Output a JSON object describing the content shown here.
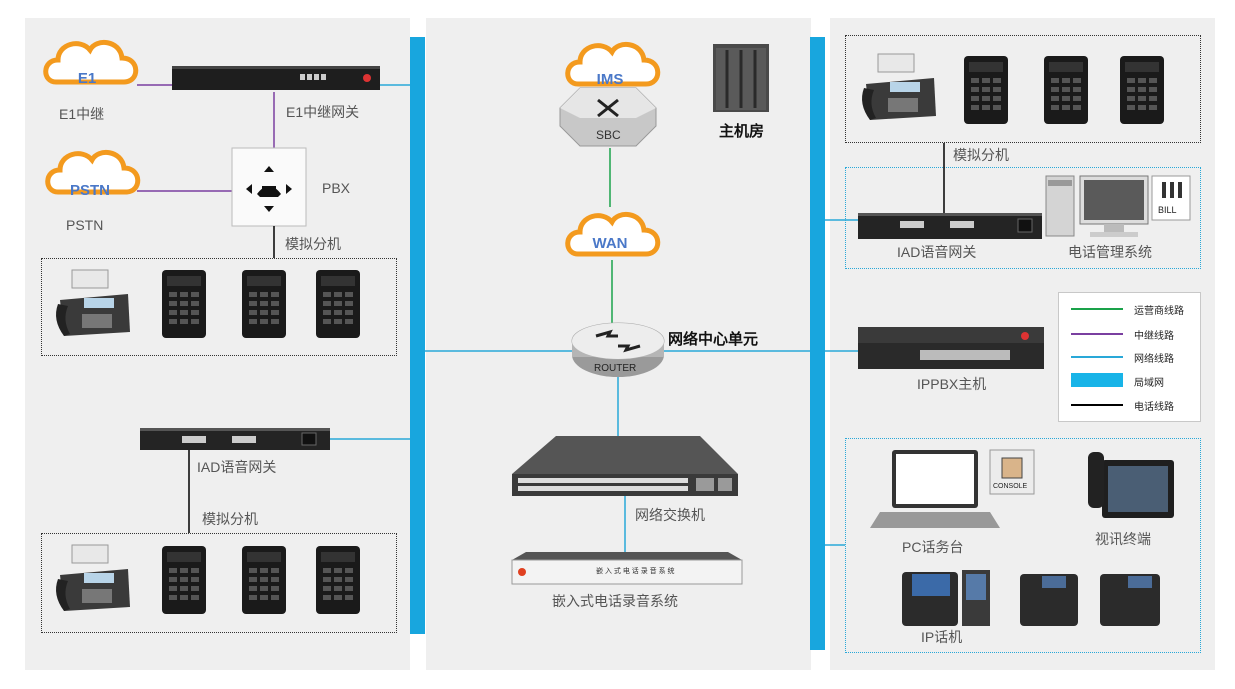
{
  "left": {
    "e1_cloud": "E1",
    "e1_label": "E1中继",
    "e1_gateway_label": "E1中继网关",
    "pstn_cloud": "PSTN",
    "pstn_label": "PSTN",
    "pbx_label": "PBX",
    "analog_ext_top": "模拟分机",
    "iad_label": "IAD语音网关",
    "analog_ext_bottom": "模拟分机"
  },
  "center": {
    "ims_cloud": "IMS",
    "sbc_label": "SBC",
    "server_room": "主机房",
    "wan_cloud": "WAN",
    "router_label": "ROUTER",
    "network_center": "网络中心单元",
    "switch_label": "网络交换机",
    "recorder_label": "嵌入式电话录音系统",
    "recorder_panel_text": "嵌 入 式 电 话 录 音 系 统"
  },
  "right": {
    "analog_ext": "模拟分机",
    "iad_label": "IAD语音网关",
    "billing_label": "电话管理系统",
    "bill_tag": "BILL",
    "ippbx_label": "IPPBX主机",
    "pc_console_label": "PC话务台",
    "console_tag": "CONSOLE",
    "video_terminal_label": "视讯终端",
    "ip_phone_label": "IP话机"
  },
  "legend": {
    "items": [
      {
        "label": "运营商线路",
        "color": "#1aa24a"
      },
      {
        "label": "中继线路",
        "color": "#7a3fa0"
      },
      {
        "label": "网络线路",
        "color": "#29a8d8"
      },
      {
        "label": "局域网",
        "color": "#18b4e8"
      },
      {
        "label": "电话线路",
        "color": "#000000"
      }
    ]
  },
  "colors": {
    "cloud_orange": "#f39a1e",
    "lan_blue": "#18a6de",
    "trunk_purple": "#7a3fa0",
    "carrier_green": "#1aa24a"
  }
}
